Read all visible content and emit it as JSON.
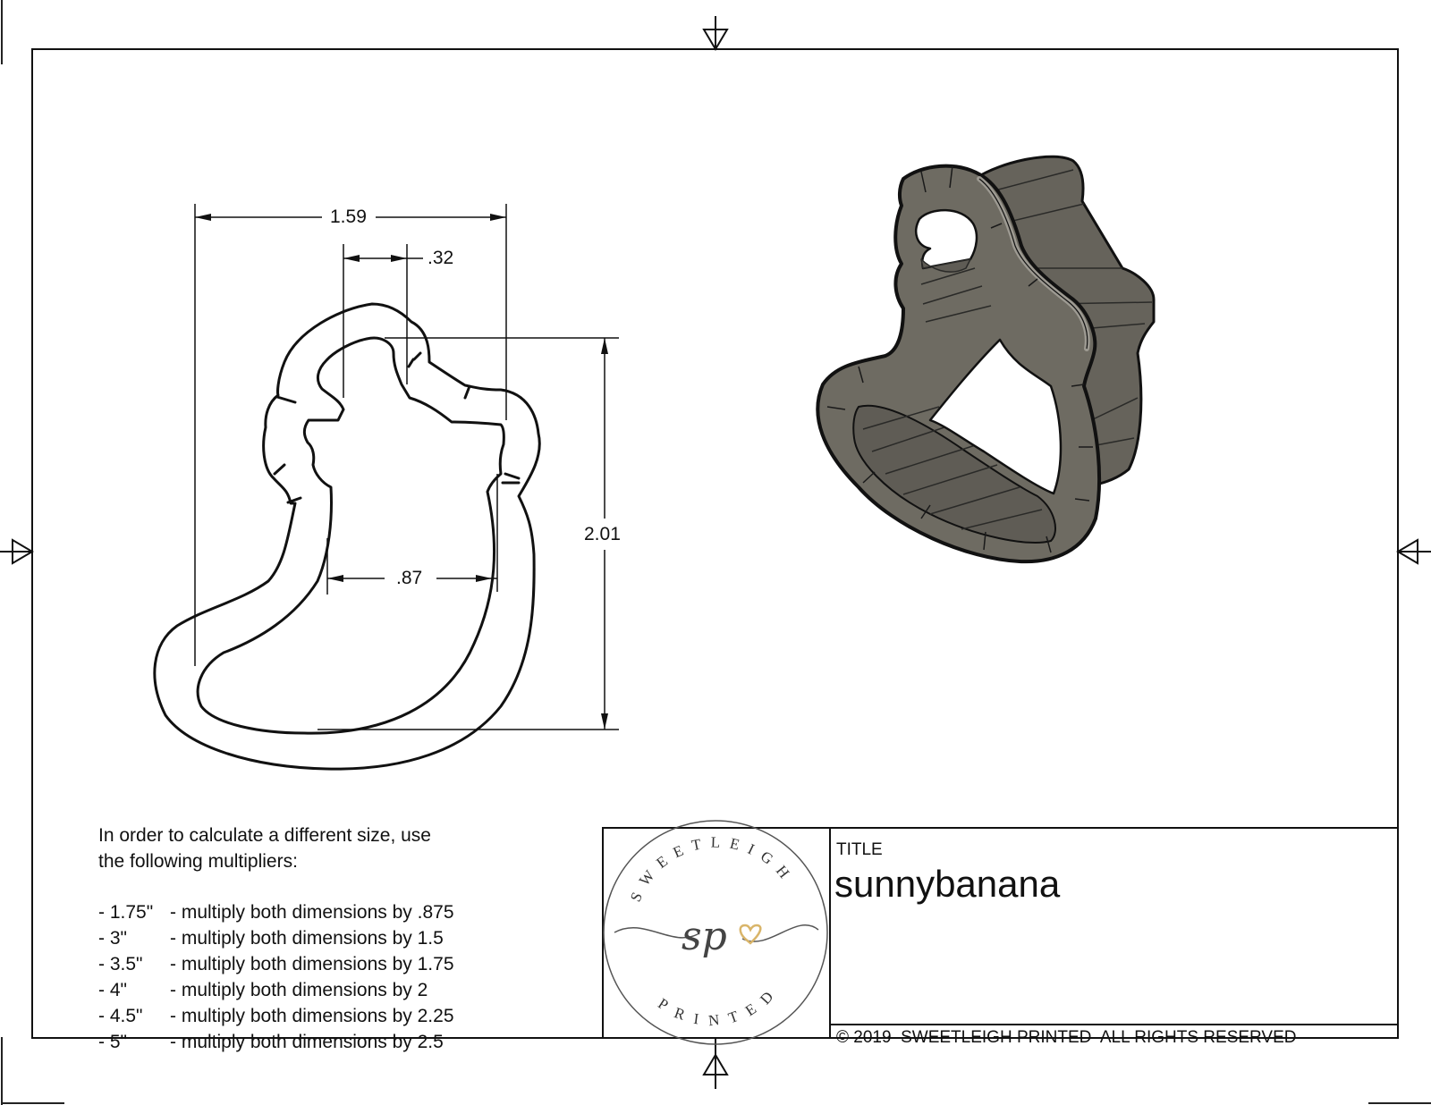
{
  "document": {
    "type": "cookie cutter technical drawing",
    "units": "inches"
  },
  "dimensions": {
    "overall_width": "1.59",
    "top_gap": ".32",
    "inner_width": ".87",
    "overall_height": "2.01"
  },
  "notes": {
    "intro": "In order to calculate a different size, use\nthe following multipliers:",
    "multipliers": [
      {
        "size": "- 1.75\"",
        "text": "- multiply both dimensions by .875"
      },
      {
        "size": "- 3\"",
        "text": "- multiply both dimensions by 1.5"
      },
      {
        "size": "- 3.5\"",
        "text": "- multiply both dimensions by 1.75"
      },
      {
        "size": "- 4\"",
        "text": "- multiply both dimensions by 2"
      },
      {
        "size": "- 4.5\"",
        "text": "- multiply both dimensions by 2.25"
      },
      {
        "size": "- 5\"",
        "text": "- multiply both dimensions by 2.5"
      }
    ]
  },
  "title_block": {
    "title_label": "TITLE",
    "title_value": "sunnybanana",
    "copyright": "© 2019  SWEETLEIGH PRINTED  ALL RIGHTS RESERVED"
  },
  "logo": {
    "top_text": "SWEETLEIGH",
    "bottom_text": "PRINTED",
    "monogram": "sp",
    "heart_color": "#d9b56a",
    "ink_color": "#555555"
  },
  "render": {
    "body_color": "#6e6b62",
    "edge_color": "#8d8a82",
    "outline_color": "#111111"
  }
}
